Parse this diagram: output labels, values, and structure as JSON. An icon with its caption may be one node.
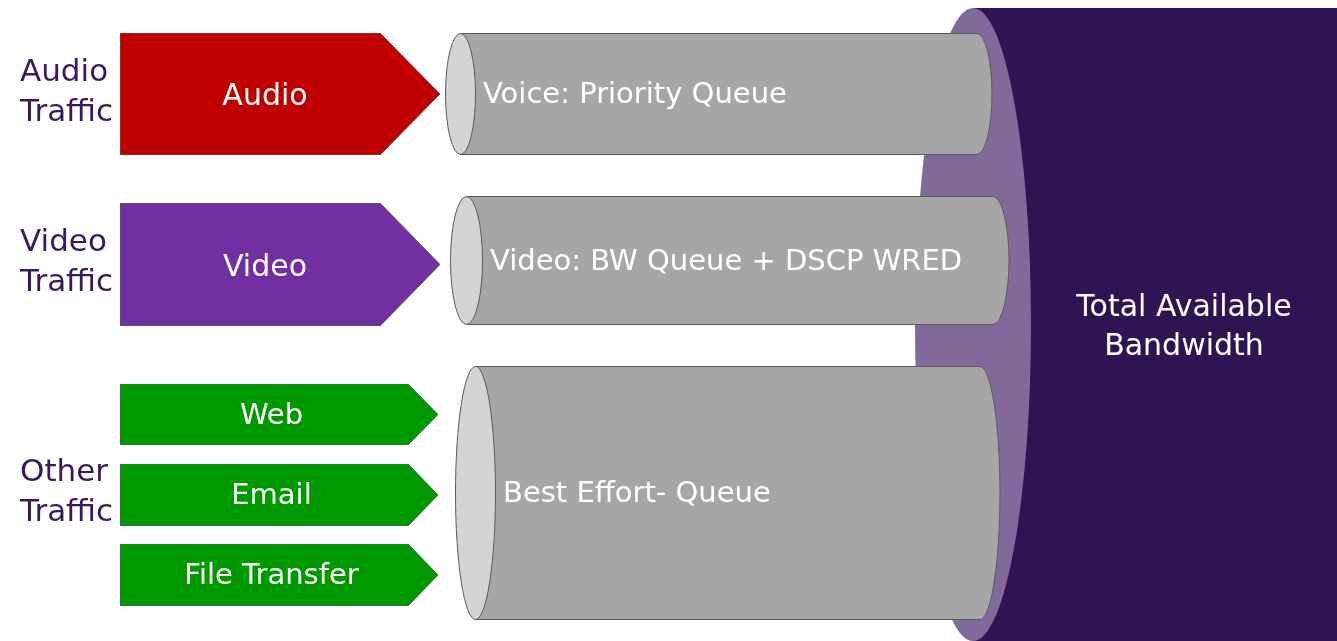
{
  "diagram": {
    "nodes": [
      {
        "text": [
          "Audio"
        ]
      },
      {
        "text": [
          "Video"
        ]
      },
      {
        "text": [
          "Web"
        ]
      },
      {
        "text": [
          "Email"
        ]
      },
      {
        "text": [
          "File Transfer"
        ]
      },
      {
        "text": [
          "Voice: Priority Queue"
        ]
      },
      {
        "text": [
          "Video: BW Queue + DSCP WRED"
        ]
      },
      {
        "text": [
          "Best Effort- Queue"
        ]
      },
      {
        "text": [
          "Total Available Bandwidth"
        ]
      }
    ],
    "labels": [
      "Audio Traffic",
      "Video Traffic",
      "Other Traffic"
    ]
  }
}
